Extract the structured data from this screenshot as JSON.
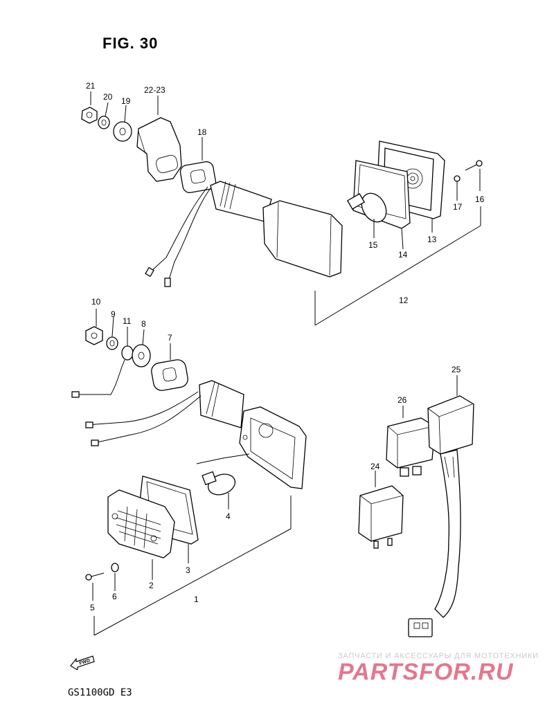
{
  "figure": {
    "title": "FIG. 30",
    "model": "GS1100GD  E3"
  },
  "fwd_label": "FWD",
  "watermark": {
    "subtitle": "ЗАПЧАСТИ И АКСЕССУАРЫ ДЛЯ МОТОТЕХНИКИ",
    "logo": "PARTSFOR.RU"
  },
  "callouts": [
    "21",
    "20",
    "19",
    "22-23",
    "18",
    "17",
    "16",
    "15",
    "14",
    "13",
    "12",
    "10",
    "9",
    "11",
    "8",
    "7",
    "4",
    "3",
    "2",
    "1",
    "5",
    "6",
    "26",
    "25",
    "24"
  ]
}
